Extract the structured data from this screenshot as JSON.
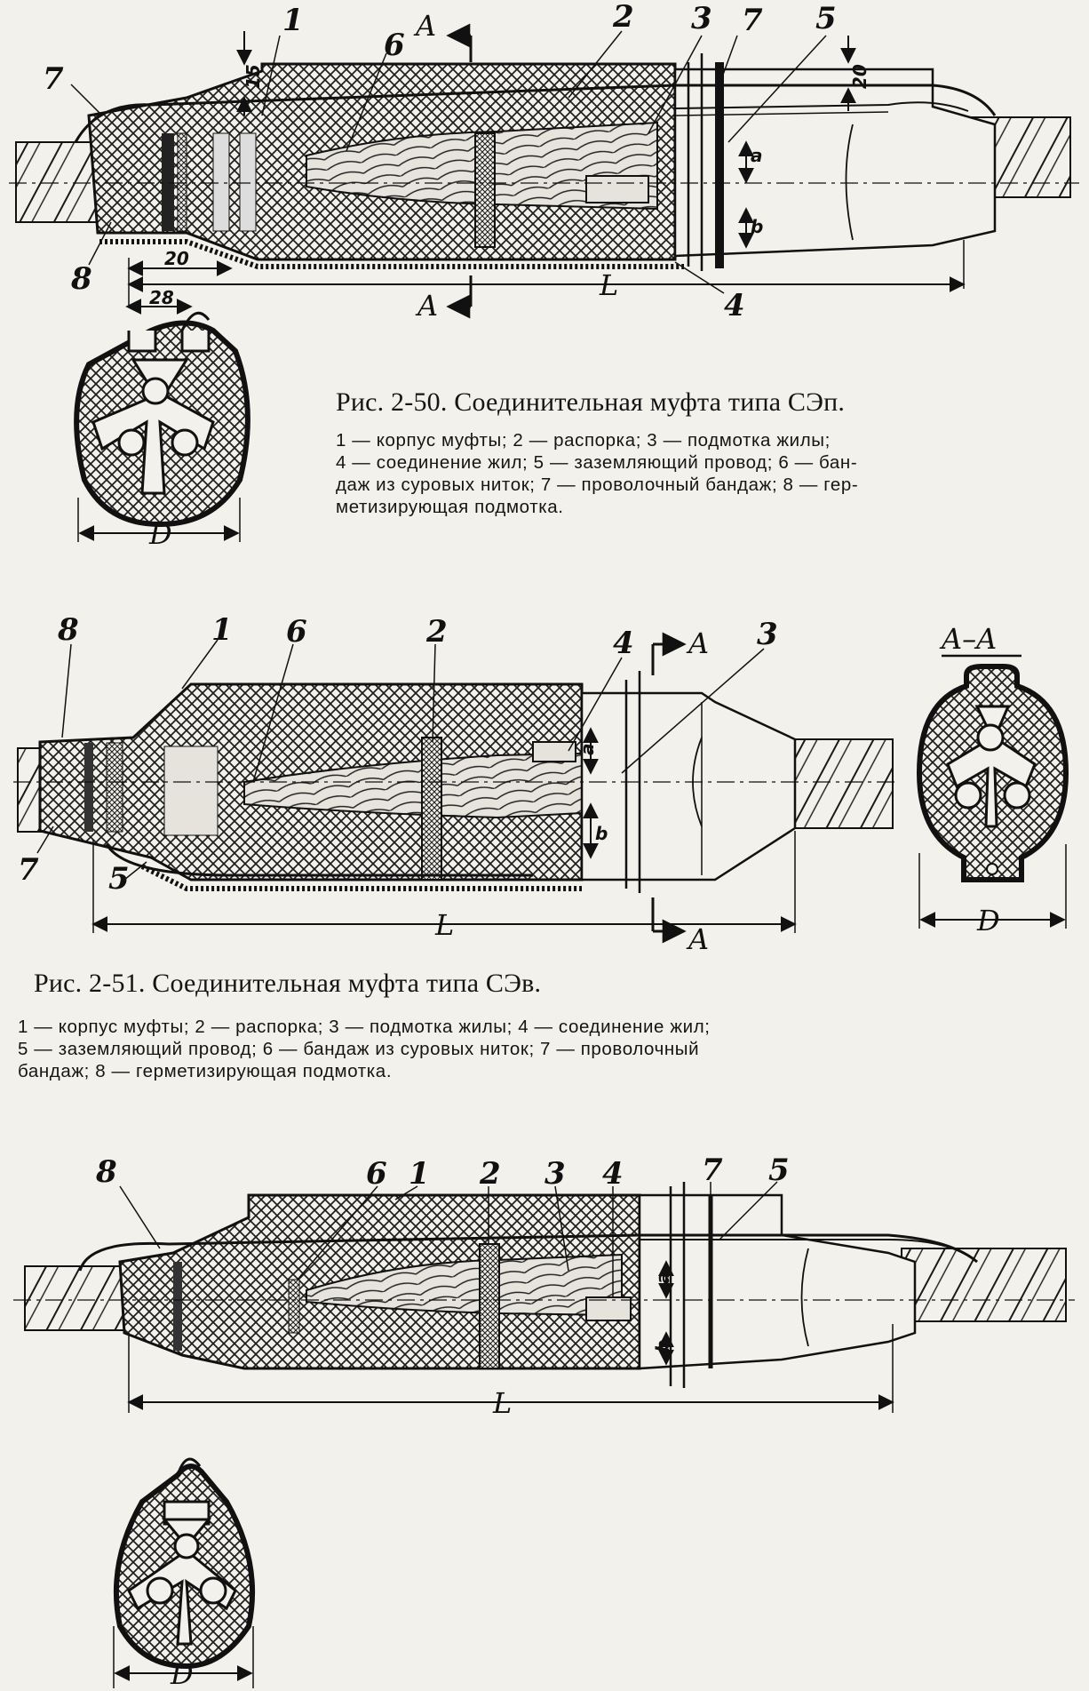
{
  "figures": [
    {
      "caption_title": "Рис. 2-50. Соединительная муфта типа СЭп.",
      "legend_lines": [
        "1 — корпус муфты; 2 — распорка; 3 — подмотка жилы;",
        "4 — соединение жил; 5 — заземляющий провод; 6 — бан-",
        "даж из суровых ниток; 7 — проволочный бандаж; 8 — гер-",
        "метизирующая подмотка."
      ],
      "callouts": {
        "c1": "1",
        "c2": "2",
        "c3": "3",
        "c4": "4",
        "c5": "5",
        "c6": "6",
        "c7a": "7",
        "c7b": "7",
        "c8": "8"
      },
      "section": {
        "top": "A",
        "bottom": "A"
      },
      "dims": {
        "d15": "15",
        "d20a": "20",
        "d20b": "20",
        "d28": "28",
        "a": "a",
        "b": "b",
        "L": "L",
        "D": "D"
      }
    },
    {
      "caption_title": "Рис. 2-51. Соединительная муфта типа СЭв.",
      "legend_lines": [
        "1 — корпус муфты; 2 — распорка; 3 — подмотка жилы; 4 — соединение жил;",
        "5 — заземляющий провод; 6 — бандаж из суровых ниток; 7 — проволочный",
        "бандаж; 8 — герметизирующая подмотка."
      ],
      "callouts": {
        "c1": "1",
        "c2": "2",
        "c3": "3",
        "c4": "4",
        "c5": "5",
        "c6": "6",
        "c7": "7",
        "c8": "8"
      },
      "section": {
        "top": "A",
        "bottom": "A",
        "view_title": "A–A"
      },
      "dims": {
        "a": "a",
        "b": "b",
        "L": "L",
        "D": "D"
      }
    },
    {
      "callouts": {
        "c1": "1",
        "c2": "2",
        "c3": "3",
        "c4": "4",
        "c5": "5",
        "c6": "6",
        "c7": "7",
        "c8": "8"
      },
      "dims": {
        "a": "a",
        "b": "b",
        "L": "L",
        "D": "D"
      }
    }
  ]
}
